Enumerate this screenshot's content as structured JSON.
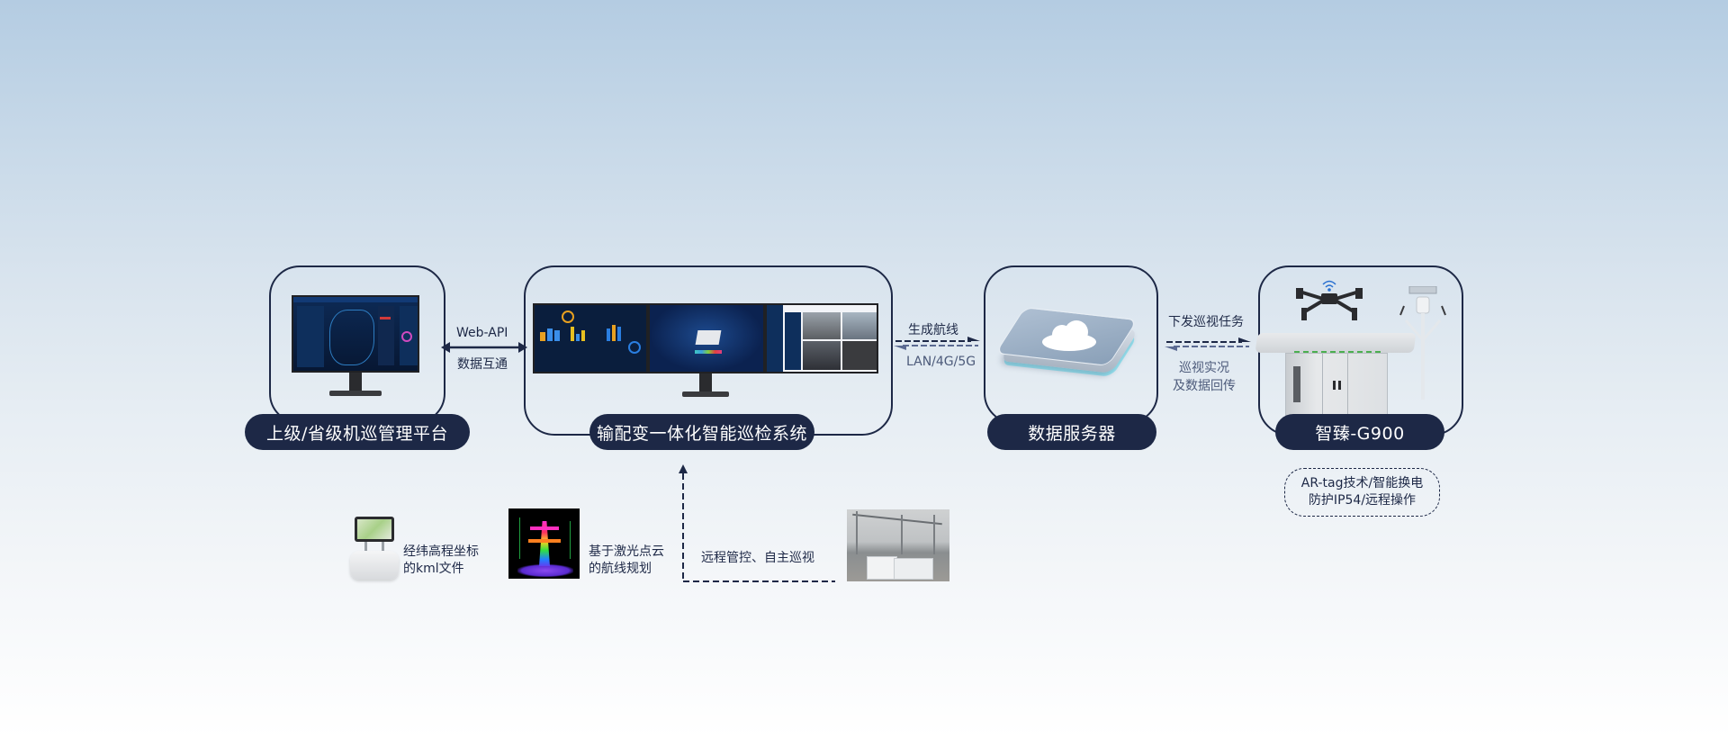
{
  "nodes": [
    {
      "id": "upper-platform",
      "label": "上级/省级机巡管理平台",
      "image": "monitor-dashboard-map"
    },
    {
      "id": "inspection-system",
      "label": "输配变一体化智能巡检系统",
      "image": "triple-monitor-dashboard"
    },
    {
      "id": "data-server",
      "label": "数据服务器",
      "image": "cloud-server-chip"
    },
    {
      "id": "g900",
      "label": "智臻-G900",
      "image": "drone-dock-with-weather-station"
    }
  ],
  "links": [
    {
      "from": "upper-platform",
      "to": "inspection-system",
      "top_label": "Web-API",
      "bottom_label": "数据互通",
      "style": "solid-bidirectional"
    },
    {
      "from": "inspection-system",
      "to": "data-server",
      "top_label": "生成航线",
      "bottom_label": "LAN/4G/5G",
      "style": "dashed-bidirectional"
    },
    {
      "from": "data-server",
      "to": "g900",
      "top_label": "下发巡视任务",
      "bottom_label_lines": [
        "巡视实况",
        "及数据回传"
      ],
      "style": "dashed-bidirectional"
    }
  ],
  "g900_features": {
    "line1": "AR-tag技术/智能换电",
    "line2": "防护IP54/远程操作"
  },
  "inputs": [
    {
      "image": "remote-controller",
      "line1": "经纬高程坐标",
      "line2": "的kml文件"
    },
    {
      "image": "lidar-point-cloud-tower",
      "line1": "基于激光点云",
      "line2": "的航线规划"
    }
  ],
  "remote_link": {
    "label": "远程管控、自主巡视",
    "image": "substation-dock-photo"
  },
  "colors": {
    "primary": "#1d2846",
    "muted": "#4c5a7a",
    "bg_top": "#b4cce2",
    "bg_bottom": "#ffffff"
  }
}
